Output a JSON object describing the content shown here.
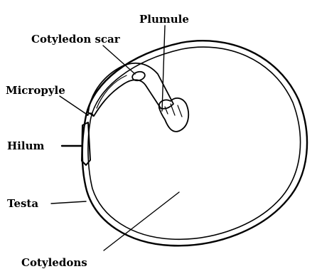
{
  "labels": {
    "plumule": "Plumule",
    "cotyledon_scar": "Cotyledon scar",
    "micropyle": "Micropyle",
    "hilum": "Hilum",
    "testa": "Testa",
    "cotyledons": "Cotyledons"
  },
  "colors": {
    "ink": "#000000",
    "background": "#ffffff"
  }
}
